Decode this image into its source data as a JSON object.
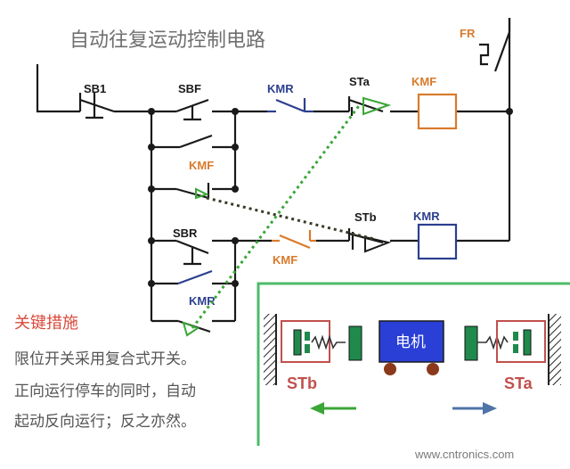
{
  "title": "自动往复运动控制电路",
  "colors": {
    "wire": "#1a1a1a",
    "kmr": "#2b3f8f",
    "kmf": "#d97a2b",
    "sta_stb": "#1a1a1a",
    "contact_green": "#3aa637",
    "heading_red": "#d94a3a",
    "panel_border": "#4dbb6a",
    "motor_fill": "#2a3fd6",
    "switch_box": "#c0504d",
    "spring_green": "#1f8a4c",
    "arrow_right": "#4f74a8",
    "watermark": "#7a7a7a"
  },
  "labels": {
    "sb1": "SB1",
    "sbf": "SBF",
    "sbr": "SBR",
    "kmr_top": "KMR",
    "kmf_hold": "KMF",
    "kmf_mid": "KMF",
    "kmr_bottom": "KMR",
    "sta": "STa",
    "stb": "STb",
    "kmf_coil": "KMF",
    "kmr_coil": "KMR",
    "fr": "FR"
  },
  "notes": {
    "heading": "关键措施",
    "line1": "限位开关采用复合式开关。",
    "line2": "正向运行停车的同时，自动",
    "line3": "起动反向运行；反之亦然。"
  },
  "panel": {
    "stb_label": "STb",
    "sta_label": "STa",
    "motor_label": "电机"
  },
  "watermark": "www.cntronics.com",
  "icons": {
    "ground_hatch_left": "hatched-wall-icon",
    "ground_hatch_right": "hatched-wall-icon",
    "fr_symbol": "thermal-relay-icon"
  }
}
